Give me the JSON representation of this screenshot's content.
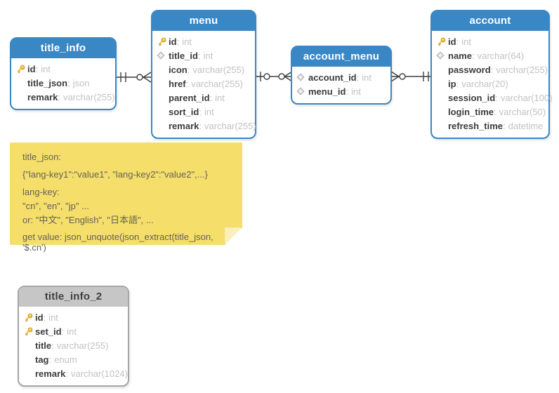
{
  "ui": {
    "field_separator": ":"
  },
  "tables": [
    {
      "name": "title_info",
      "style": "blue",
      "fields": [
        {
          "icon": "key-icon",
          "name": "id",
          "type": "int"
        },
        {
          "icon": "none",
          "name": "title_json",
          "type": "json"
        },
        {
          "icon": "none",
          "name": "remark",
          "type": "varchar(255)"
        }
      ]
    },
    {
      "name": "menu",
      "style": "blue",
      "fields": [
        {
          "icon": "key-icon",
          "name": "id",
          "type": "int"
        },
        {
          "icon": "diamond-icon",
          "name": "title_id",
          "type": "int"
        },
        {
          "icon": "none",
          "name": "icon",
          "type": "varchar(255)"
        },
        {
          "icon": "none",
          "name": "href",
          "type": "varchar(255)"
        },
        {
          "icon": "none",
          "name": "parent_id",
          "type": "int"
        },
        {
          "icon": "none",
          "name": "sort_id",
          "type": "int"
        },
        {
          "icon": "none",
          "name": "remark",
          "type": "varchar(255)"
        }
      ]
    },
    {
      "name": "account_menu",
      "style": "blue",
      "fields": [
        {
          "icon": "diamond-icon",
          "name": "account_id",
          "type": "int"
        },
        {
          "icon": "diamond-icon",
          "name": "menu_id",
          "type": "int"
        }
      ]
    },
    {
      "name": "account",
      "style": "blue",
      "fields": [
        {
          "icon": "key-icon",
          "name": "id",
          "type": "int"
        },
        {
          "icon": "diamond-icon",
          "name": "name",
          "type": "varchar(64)"
        },
        {
          "icon": "none",
          "name": "password",
          "type": "varchar(255)"
        },
        {
          "icon": "none",
          "name": "ip",
          "type": "varchar(20)"
        },
        {
          "icon": "none",
          "name": "session_id",
          "type": "varchar(100)"
        },
        {
          "icon": "none",
          "name": "login_time",
          "type": "varchar(50)"
        },
        {
          "icon": "none",
          "name": "refresh_time",
          "type": "datetime"
        }
      ]
    },
    {
      "name": "title_info_2",
      "style": "gray",
      "fields": [
        {
          "icon": "key-icon",
          "name": "id",
          "type": "int"
        },
        {
          "icon": "key-icon",
          "name": "set_id",
          "type": "int"
        },
        {
          "icon": "none",
          "name": "title",
          "type": "varchar(255)"
        },
        {
          "icon": "none",
          "name": "tag",
          "type": "enum"
        },
        {
          "icon": "none",
          "name": "remark",
          "type": "varchar(1024)"
        }
      ]
    }
  ],
  "relationships": [
    {
      "label": "title_info (one and only one) to menu (zero or many)"
    },
    {
      "label": "menu (zero or one) to account_menu (zero or many)"
    },
    {
      "label": "account_menu (zero or many) to account (one and only one)"
    }
  ],
  "note": {
    "lines": [
      "title_json:",
      "{\"lang-key1\":\"value1\", \"lang-key2\":\"value2\",...}",
      "lang-key:",
      "\"cn\", \"en\", \"jp\" ...",
      "or: \"中文\", \"English\", \"日本語\", ...",
      "get value: json_unquote(json_extract(title_json, '$.cn')"
    ]
  },
  "colors": {
    "table_blue": "#3a87c6",
    "table_gray_header": "#c6c6c6",
    "note_bg": "#f6de6b",
    "field_name_text": "#3c3c3c",
    "field_type_text": "#c2c2c2",
    "connector": "#3f3f3f"
  }
}
